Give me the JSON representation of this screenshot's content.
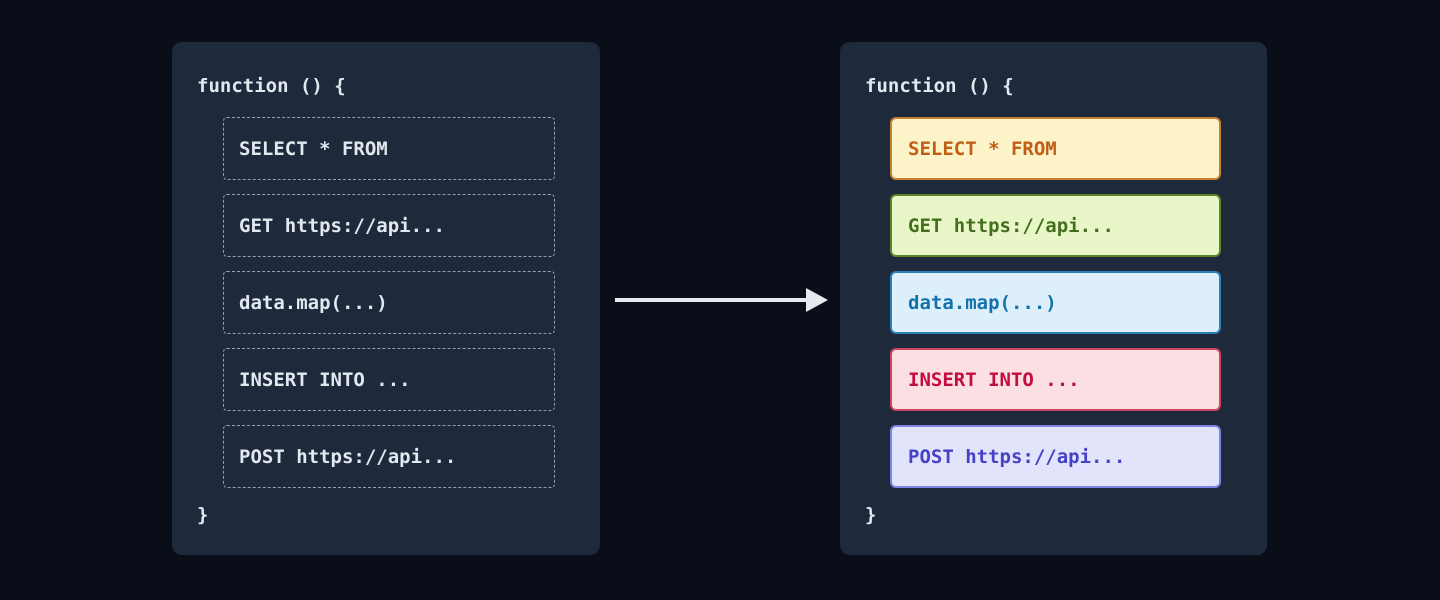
{
  "left_panel": {
    "title": "function () {",
    "closing_brace": "}",
    "blocks": [
      "SELECT * FROM",
      "GET https://api...",
      "data.map(...)",
      "INSERT INTO ...",
      "POST https://api..."
    ]
  },
  "right_panel": {
    "title": "function () {",
    "closing_brace": "}",
    "blocks": [
      {
        "label": "SELECT * FROM",
        "bg": "#fdf3c8",
        "border": "#c8802c",
        "text": "#c05e15"
      },
      {
        "label": "GET https://api...",
        "bg": "#e9f7c8",
        "border": "#5c8527",
        "text": "#42701c"
      },
      {
        "label": "data.map(...)",
        "bg": "#ddeffb",
        "border": "#2d7fb8",
        "text": "#1371ad"
      },
      {
        "label": "INSERT INTO ...",
        "bg": "#fcdfe2",
        "border": "#cc4466",
        "text": "#c30e3d"
      },
      {
        "label": "POST https://api...",
        "bg": "#e1e4fb",
        "border": "#7f84e3",
        "text": "#4642c8"
      }
    ]
  },
  "arrow": {
    "direction": "right",
    "color": "#e6e9ee"
  },
  "theme": {
    "page_bg": "#0a0e18",
    "panel_bg": "#1e293b",
    "panel_text": "#e2e8f0",
    "dashed_border": "#94a0ae"
  }
}
